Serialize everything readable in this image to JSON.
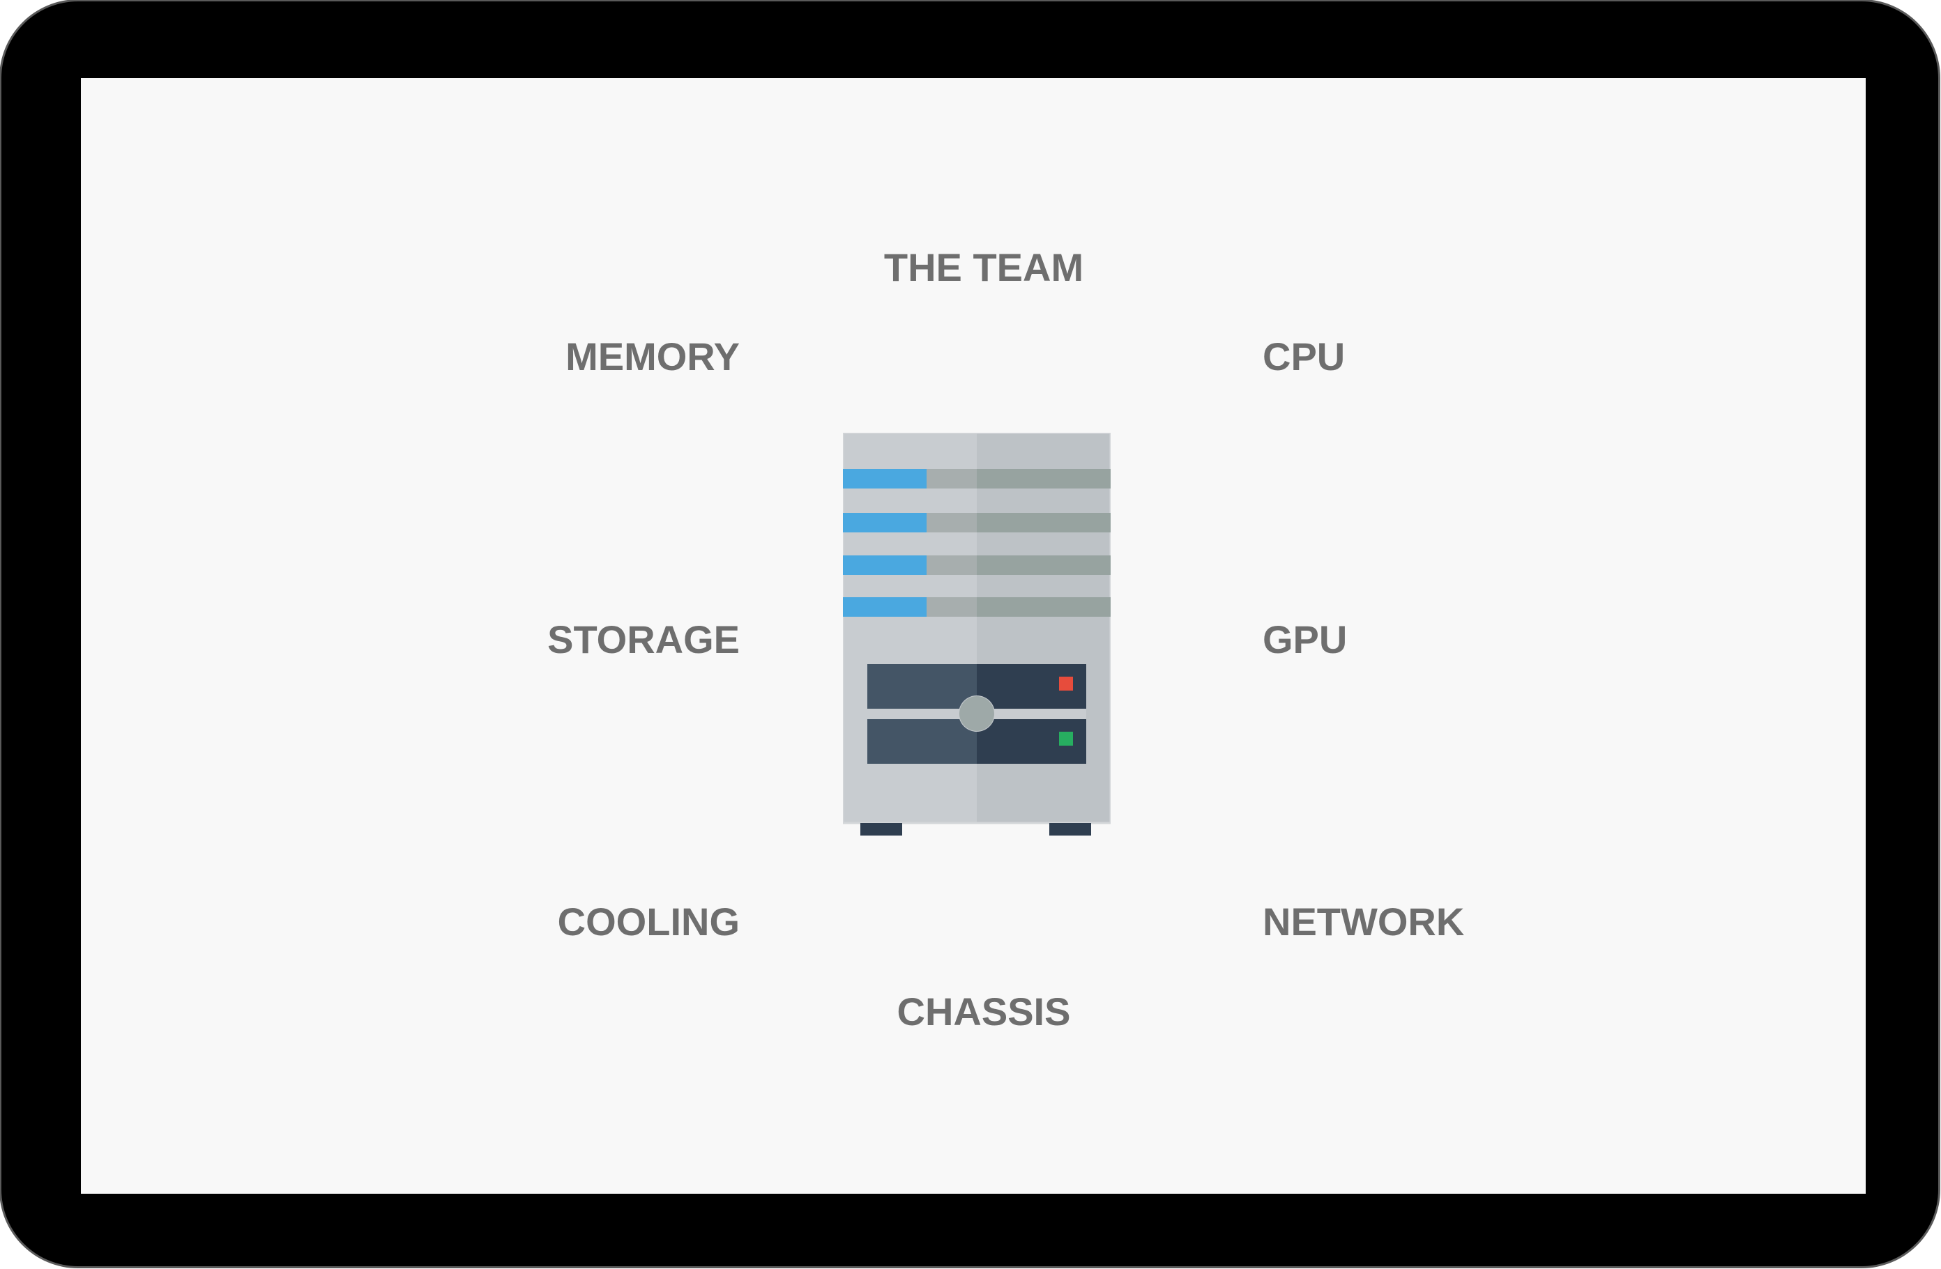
{
  "labels": {
    "the_team": "THE TEAM",
    "memory": "MEMORY",
    "cpu": "CPU",
    "storage": "STORAGE",
    "gpu": "GPU",
    "cooling": "COOLING",
    "network": "NETWORK",
    "chassis": "CHASSIS"
  },
  "colors": {
    "background": "#f8f8f8",
    "label_text": "#6e6e6e",
    "drive_bay_accent": "#4aa8e0",
    "status_led_red": "#e74c3c",
    "status_led_green": "#27ae60"
  },
  "icons": {
    "center": "server-tower-icon"
  }
}
